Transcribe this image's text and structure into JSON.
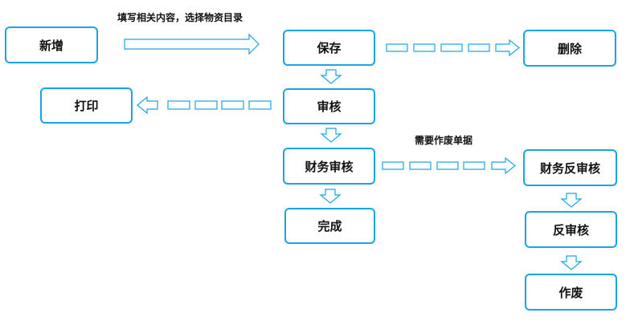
{
  "nodes": {
    "add": "新增",
    "save": "保存",
    "delete": "删除",
    "print": "打印",
    "audit": "审核",
    "finance_audit": "财务审核",
    "finance_reverse_audit": "财务反审核",
    "complete": "完成",
    "reverse_audit": "反审核",
    "void": "作废"
  },
  "edge_labels": {
    "add_to_save": "填写相关内容，选择物资目录",
    "finance_to_reverse": "需要作废单据"
  }
}
